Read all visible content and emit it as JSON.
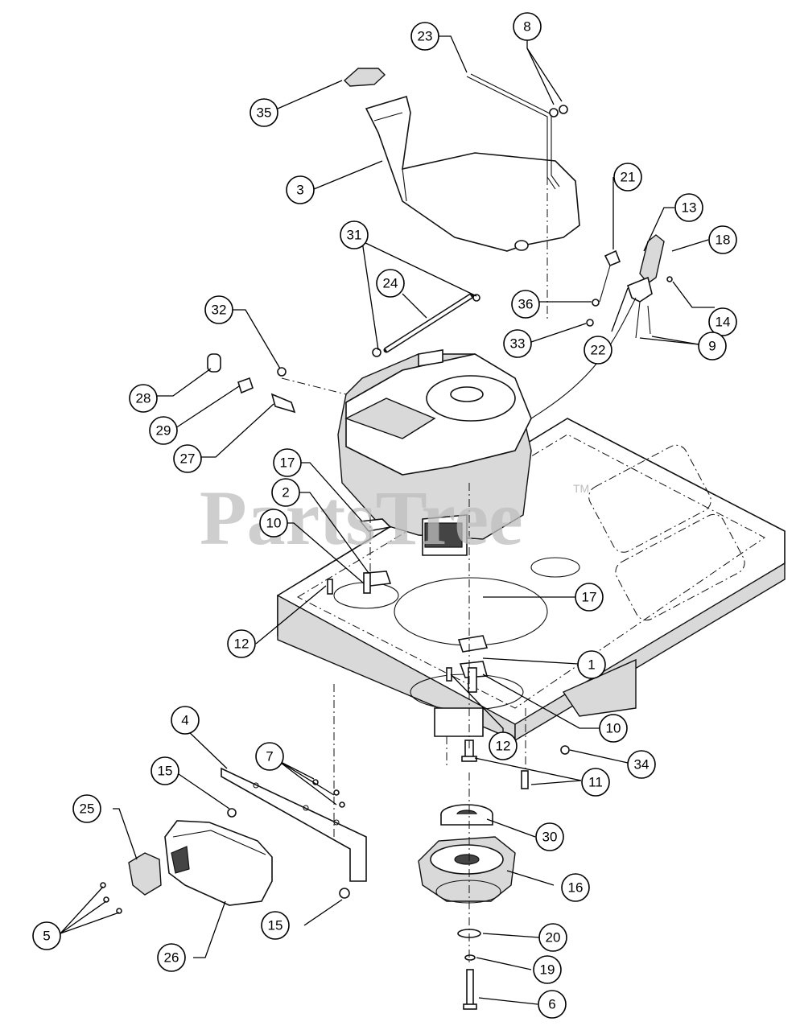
{
  "watermark": {
    "text": "PartsTree",
    "trademark": "TM"
  },
  "callouts": [
    {
      "label": "23"
    },
    {
      "label": "8"
    },
    {
      "label": "35"
    },
    {
      "label": "3"
    },
    {
      "label": "21"
    },
    {
      "label": "13"
    },
    {
      "label": "18"
    },
    {
      "label": "31"
    },
    {
      "label": "24"
    },
    {
      "label": "36"
    },
    {
      "label": "14"
    },
    {
      "label": "32"
    },
    {
      "label": "33"
    },
    {
      "label": "22"
    },
    {
      "label": "9"
    },
    {
      "label": "28"
    },
    {
      "label": "29"
    },
    {
      "label": "27"
    },
    {
      "label": "17"
    },
    {
      "label": "2"
    },
    {
      "label": "10"
    },
    {
      "label": "17"
    },
    {
      "label": "12"
    },
    {
      "label": "1"
    },
    {
      "label": "10"
    },
    {
      "label": "12"
    },
    {
      "label": "4"
    },
    {
      "label": "7"
    },
    {
      "label": "15"
    },
    {
      "label": "34"
    },
    {
      "label": "11"
    },
    {
      "label": "25"
    },
    {
      "label": "30"
    },
    {
      "label": "16"
    },
    {
      "label": "5"
    },
    {
      "label": "15"
    },
    {
      "label": "20"
    },
    {
      "label": "26"
    },
    {
      "label": "19"
    },
    {
      "label": "6"
    }
  ],
  "colors": {
    "line": "#111111",
    "watermark": "#bdbdbd",
    "background": "#ffffff"
  }
}
